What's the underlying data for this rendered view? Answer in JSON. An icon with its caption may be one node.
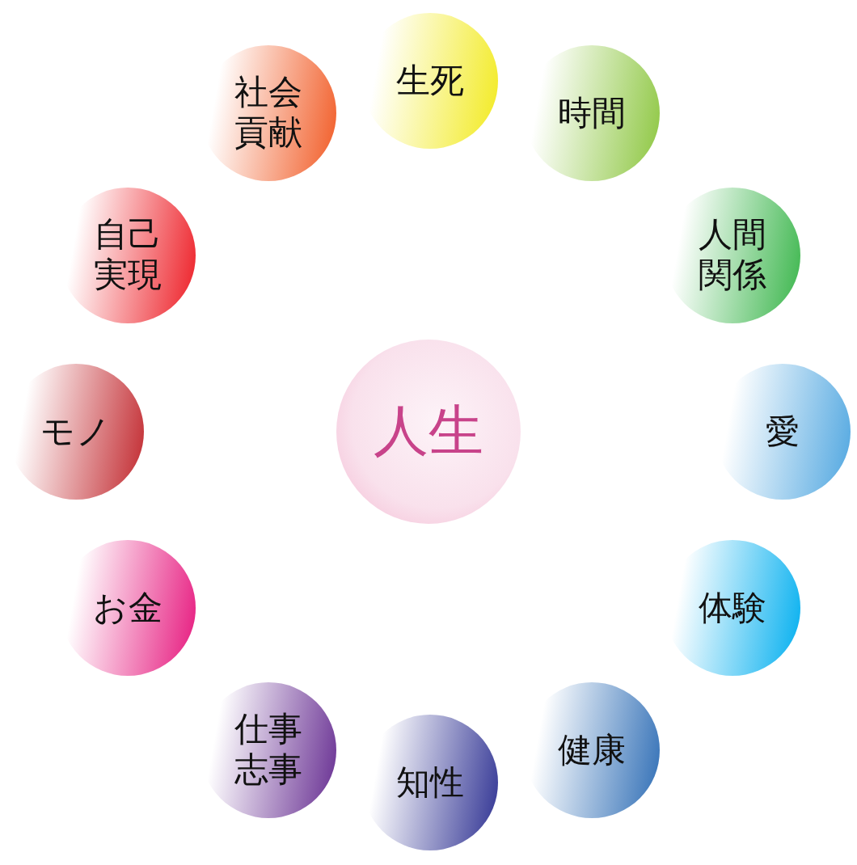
{
  "diagram": {
    "nodes": [
      {
        "text": [
          "人生"
        ]
      },
      {
        "text": [
          "生死"
        ]
      },
      {
        "text": [
          "時間"
        ]
      },
      {
        "text": [
          "人間関係"
        ]
      },
      {
        "text": [
          "愛"
        ]
      },
      {
        "text": [
          "体験"
        ]
      },
      {
        "text": [
          "健康"
        ]
      },
      {
        "text": [
          "知性"
        ]
      },
      {
        "text": [
          "仕事志事"
        ]
      },
      {
        "text": [
          "お金"
        ]
      },
      {
        "text": [
          "モノ"
        ]
      },
      {
        "text": [
          "自己実現"
        ]
      },
      {
        "text": [
          "社会貢献"
        ]
      }
    ]
  }
}
